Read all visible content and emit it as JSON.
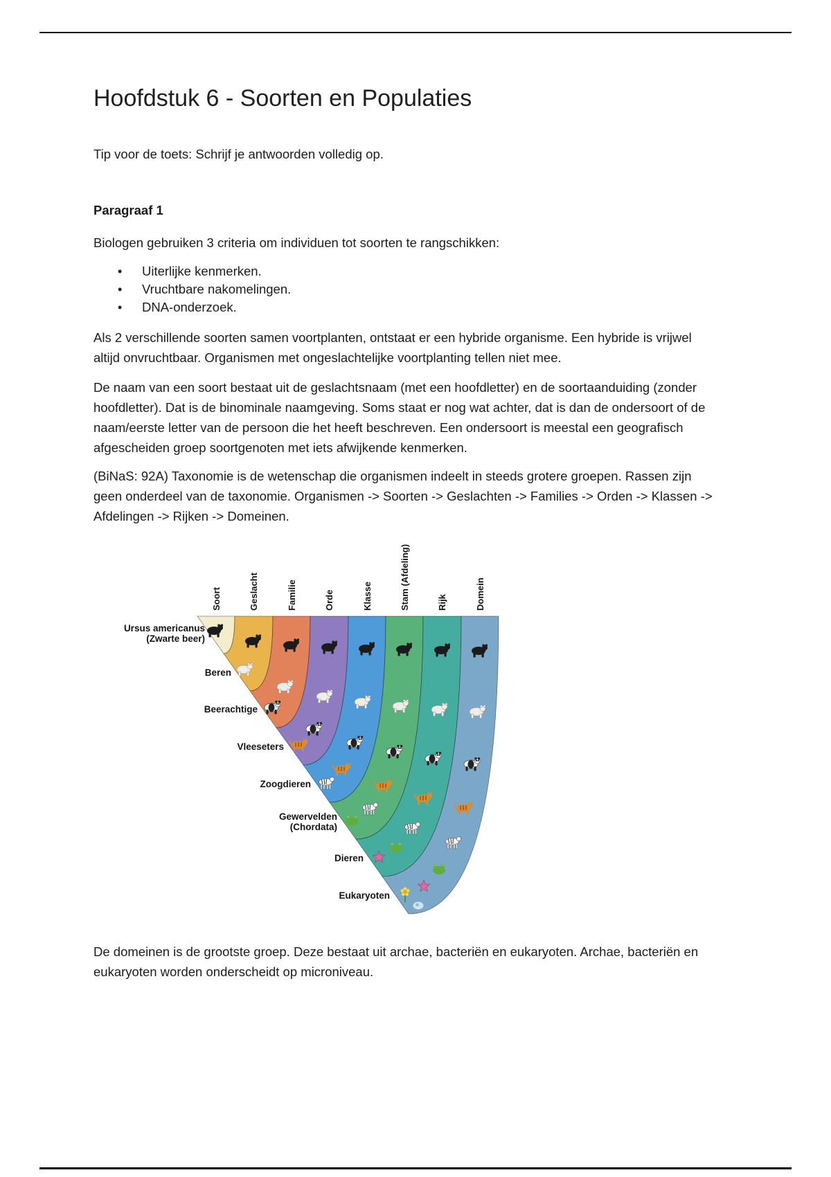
{
  "document": {
    "title": "Hoofdstuk 6 - Soorten en Populaties",
    "tip": "Tip voor de toets: Schrijf je antwoorden volledig op.",
    "section": {
      "heading": "Paragraaf 1",
      "criteria_intro": "Biologen gebruiken 3 criteria om individuen tot soorten te rangschikken:",
      "criteria": [
        "Uiterlijke kenmerken.",
        "Vruchtbare nakomelingen.",
        "DNA-onderzoek."
      ],
      "paragraph_hybrid": "Als 2 verschillende soorten samen voortplanten, ontstaat er een hybride organisme. Een hybride is vrijwel altijd onvruchtbaar. Organismen met ongeslachtelijke voortplanting tellen niet mee.",
      "paragraph_naming": "De naam van een soort bestaat uit de geslachtsnaam (met een hoofdletter) en de soortaanduiding (zonder hoofdletter). Dat is de binominale naamgeving. Soms staat er nog wat achter, dat is dan de ondersoort of de naam/eerste letter van de persoon die het heeft beschreven. Een ondersoort is meestal een geografisch afgescheiden groep soortgenoten met iets afwijkende kenmerken.",
      "paragraph_taxonomy": "(BiNaS: 92A) Taxonomie is de wetenschap die organismen indeelt in steeds grotere groepen. Rassen zijn geen onderdeel van de taxonomie. Organismen -> Soorten -> Geslachten -> Families -> Orden -> Klassen -> Afdelingen -> Rijken -> Domeinen.",
      "paragraph_domains": "De domeinen is de grootste groep. Deze bestaat uit archae, bacteriën en eukaryoten. Archae, bacteriën en eukaryoten worden onderscheidt op microniveau."
    },
    "diagram": {
      "columns": [
        "Soort",
        "Geslacht",
        "Familie",
        "Orde",
        "Klasse",
        "Stam (Afdeling)",
        "Rijk",
        "Domein"
      ],
      "rows": [
        [
          "Ursus americanus",
          "(Zwarte beer)"
        ],
        [
          "Beren"
        ],
        [
          "Beerachtige"
        ],
        [
          "Vleeseters"
        ],
        [
          "Zoogdieren"
        ],
        [
          "Gewervelden",
          "(Chordata)"
        ],
        [
          "Dieren"
        ],
        [
          "Eukaryoten"
        ]
      ],
      "band_colors": [
        "#f3edcb",
        "#e9b44c",
        "#e2825a",
        "#8f7bc0",
        "#4f9bd9",
        "#58b279",
        "#45ada0",
        "#7ba7c9"
      ],
      "icons": [
        "black-bear",
        "polar-bear",
        "panda",
        "tiger",
        "zebra",
        "frog",
        "starfish",
        "flower",
        "eukaryote-cell"
      ]
    }
  }
}
